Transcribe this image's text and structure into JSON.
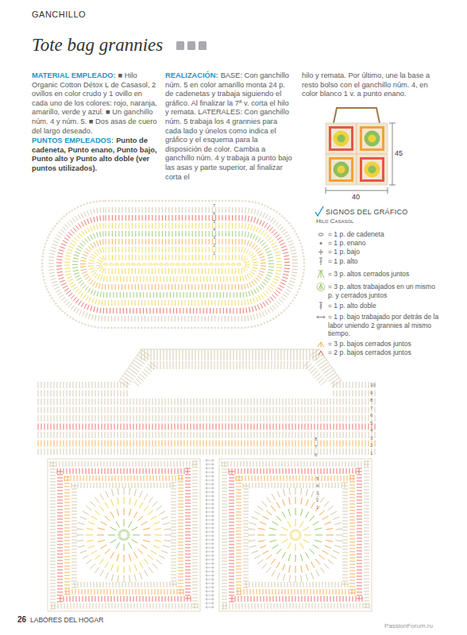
{
  "diagram": {
    "title": "Tote bag grannies",
    "labels": [
      "GANCHILLO",
      "MATERIAL EMPLEADO:",
      "■ Hilo Organic Cotton Détox L de Casasol, 2 ovillos en color crudo y 1 ovillo en cada uno de los colores: rojo, naranja, amarillo, verde y azul. ■ Un ganchillo núm. 4 y núm. 5. ■ Dos asas de cuero del largo deseado.",
      "PUNTOS EMPLEADOS:",
      "Punto de cadeneta, Punto enano, Punto bajo, Punto alto y Punto alto doble (ver puntos utilizados).",
      "REALIZACIÓN:",
      "BASE: Con ganchillo núm. 5 en color amarillo monta 24 p. de cadenetas y trabaja siguiendo el gráfico. Al finalizar la 7ª v. corta el hilo y remata. LATERALES: Con ganchillo núm. 5 trabaja los 4 grannies para cada lado y únelos como indica el gráfico y el esquema para la disposición de color. Cambia a ganchillo núm. 4 y trabaja a punto bajo las asas y parte superior, al finalizar corta el",
      "hilo y remata. Por último, une la base a resto bolso con el ganchillo núm. 4, en color blanco 1 v. a punto enano.",
      "45",
      "40",
      "SIGNOS DEL GRÁFICO",
      "Hilo Casasol",
      "7",
      "6",
      "5",
      "4",
      "3",
      "2",
      "1",
      "10",
      "9",
      "8",
      "7",
      "6",
      "5",
      "4",
      "3",
      "2",
      "1",
      "8",
      "7",
      "6",
      "5",
      "4",
      "3",
      "2",
      "1",
      "26",
      "LABORES DEL HOGAR",
      "PassionForum.ru"
    ],
    "legend": [
      {
        "text": "= 1 p. de cadeneta"
      },
      {
        "text": "= 1 p. enano"
      },
      {
        "text": "= 1 p. bajo"
      },
      {
        "text": "= 1 p. alto"
      },
      {
        "text": "= 3 p. altos cerrados juntos"
      },
      {
        "text": "= 3 p. altos trabajados en un mismo p. y cerrados juntos"
      },
      {
        "text": "= 1 p. alto doble"
      },
      {
        "text": "= 1 p. bajo trabajado por detrás de la labor uniendo 2 grannies al mismo tiempo."
      },
      {
        "text": "= 3 p. bajos cerrados juntos"
      },
      {
        "text": "= 2 p. bajos cerrados juntos"
      }
    ]
  }
}
